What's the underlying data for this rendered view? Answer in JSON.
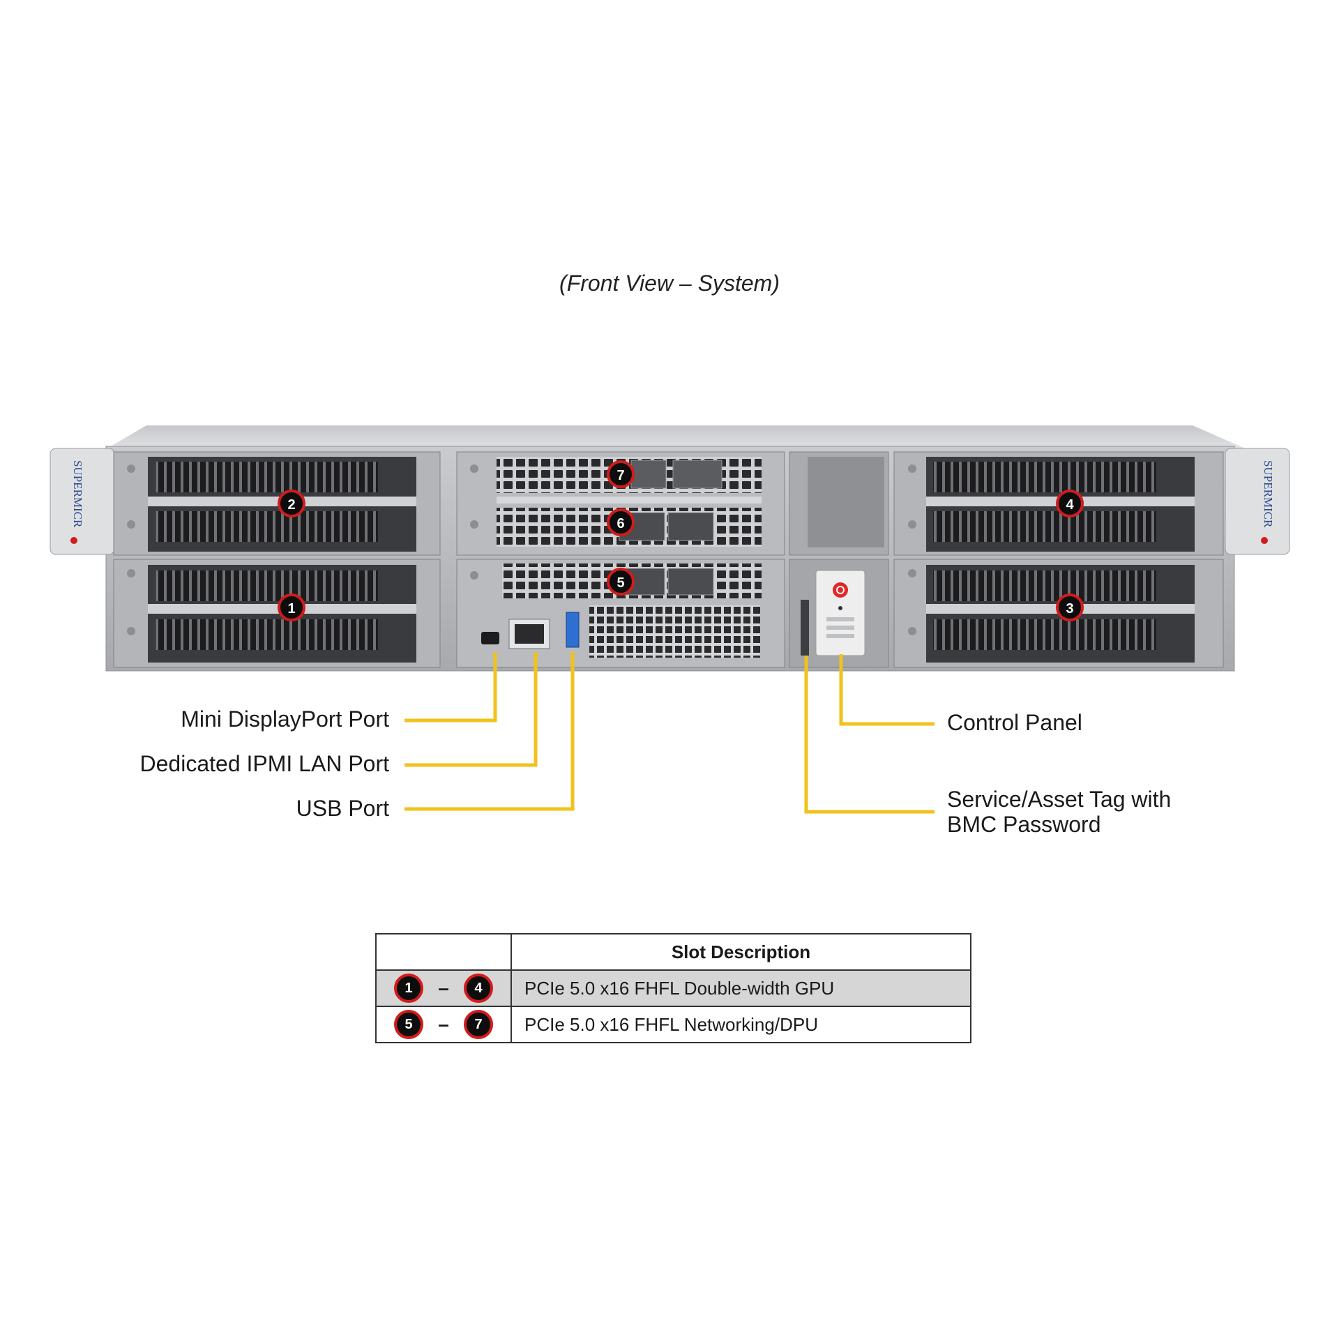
{
  "title": "(Front View – System)",
  "brand": {
    "left_ear_text": "SUPERMICR",
    "right_ear_text": "SUPERMICR",
    "accent": "#d21b1b"
  },
  "slot_badges": [
    "1",
    "2",
    "3",
    "4",
    "5",
    "6",
    "7"
  ],
  "callouts": {
    "mini_displayport": "Mini DisplayPort Port",
    "ipmi_lan": "Dedicated IPMI LAN Port",
    "usb": "USB Port",
    "control_panel": "Control Panel",
    "service_tag_line1": "Service/Asset Tag with",
    "service_tag_line2": "BMC Password"
  },
  "callout_color": "#f2c21b",
  "table": {
    "header": "Slot Description",
    "rows": [
      {
        "from": "1",
        "to": "4",
        "sep": "–",
        "description": "PCIe 5.0 x16 FHFL Double-width GPU"
      },
      {
        "from": "5",
        "to": "7",
        "sep": "–",
        "description": "PCIe 5.0 x16 FHFL Networking/DPU"
      }
    ]
  }
}
